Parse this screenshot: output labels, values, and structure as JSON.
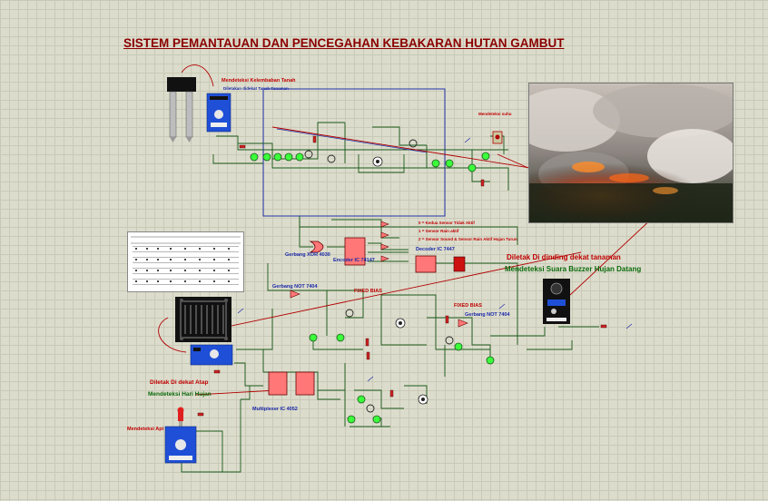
{
  "title": "SISTEM PEMANTAUAN DAN PENCEGAHAN KEBAKARAN HUTAN GAMBUT",
  "labels": {
    "soil_sensor_1": "Mendeteksi Kelembaban Tanah",
    "soil_sensor_2": "Diletakan didekat Tanah Tanaman",
    "temp_sensor": "Mendeteksi suhu",
    "legend_0": "0 = Kedua Sensor Tidak Aktif",
    "legend_1": "1 = Sensor Rain aktif",
    "legend_2": "2 = Sensor Sound & Sensor Rain Aktif Hujan Turun",
    "gate_xor": "Gerbang XOR 4030",
    "encoder": "Encoder IC 74147",
    "decoder": "Decoder IC 7447",
    "gate_not_1": "Gerbang NOT 7404",
    "gate_not_2": "Gerbang NOT 7404",
    "fixed_bias_1": "FIXED BIAS",
    "fixed_bias_2": "FIXED BIAS",
    "mux": "Multiplexer IC 4052",
    "rain_loc": "Diletak Di dekat Atap",
    "rain_detect": "Mendeteksi Hari Hujan",
    "sound_loc": "Diletak Di dinding dekat tanaman",
    "sound_detect": "Mendeteksi Suara Buzzer Hujan Datang",
    "flame_detect": "Mendeteksi Api"
  },
  "colors": {
    "title": "#8b0000",
    "wire": "#1a5a1a",
    "wire_red": "#c00000",
    "wire_blue": "#2233aa",
    "module_blue": "#1f4fd6",
    "led_green": "#3cff3c"
  },
  "icons": [
    "soil-probe-icon",
    "rain-sensor-plate-icon",
    "flame-sensor-icon",
    "sound-sensor-icon",
    "temperature-sensor-icon",
    "motor-icon",
    "led-icon",
    "seven-segment-icon"
  ]
}
